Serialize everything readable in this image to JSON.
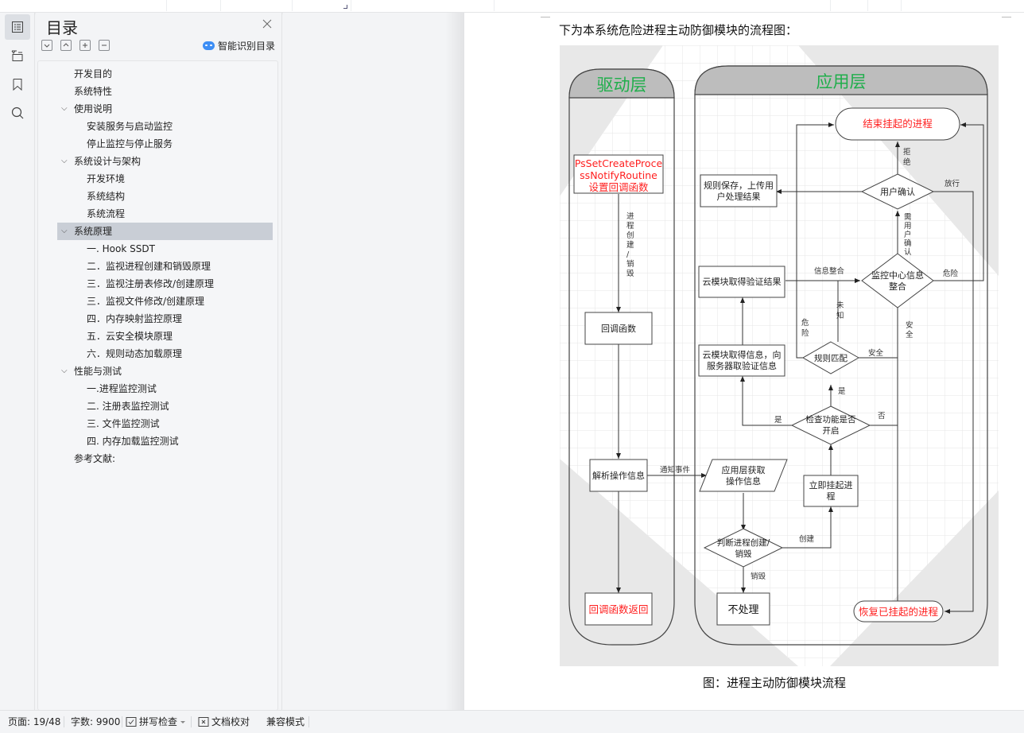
{
  "left_rail": {
    "items": [
      {
        "icon": "toc-icon",
        "active": true
      },
      {
        "icon": "navigation-pane-icon",
        "active": false
      },
      {
        "icon": "bookmark-icon",
        "active": false
      },
      {
        "icon": "search-icon",
        "active": false
      }
    ]
  },
  "toc": {
    "title": "目录",
    "smart_label": "智能识别目录",
    "tools": [
      "expand-down",
      "collapse-up",
      "expand-all",
      "collapse-all"
    ],
    "items": [
      {
        "label": "开发目的",
        "level": 1,
        "expanded": null,
        "selected": false
      },
      {
        "label": "系统特性",
        "level": 1,
        "expanded": null,
        "selected": false
      },
      {
        "label": "使用说明",
        "level": 1,
        "expanded": true,
        "selected": false
      },
      {
        "label": "安装服务与启动监控",
        "level": 2,
        "expanded": null,
        "selected": false
      },
      {
        "label": "停止监控与停止服务",
        "level": 2,
        "expanded": null,
        "selected": false
      },
      {
        "label": "系统设计与架构",
        "level": 1,
        "expanded": true,
        "selected": false
      },
      {
        "label": "开发环境",
        "level": 2,
        "expanded": null,
        "selected": false
      },
      {
        "label": "系统结构",
        "level": 2,
        "expanded": null,
        "selected": false
      },
      {
        "label": "系统流程",
        "level": 2,
        "expanded": null,
        "selected": false
      },
      {
        "label": "系统原理",
        "level": 1,
        "expanded": true,
        "selected": true
      },
      {
        "label": "一.   Hook SSDT",
        "level": 2,
        "expanded": null,
        "selected": false
      },
      {
        "label": "二．监视进程创建和销毁原理",
        "level": 2,
        "expanded": null,
        "selected": false
      },
      {
        "label": "三．监视注册表修改/创建原理",
        "level": 2,
        "expanded": null,
        "selected": false
      },
      {
        "label": "三．监视文件修改/创建原理",
        "level": 2,
        "expanded": null,
        "selected": false
      },
      {
        "label": "四．内存映射监控原理",
        "level": 2,
        "expanded": null,
        "selected": false
      },
      {
        "label": "五．云安全模块原理",
        "level": 2,
        "expanded": null,
        "selected": false
      },
      {
        "label": "六．规则动态加载原理",
        "level": 2,
        "expanded": null,
        "selected": false
      },
      {
        "label": "性能与测试",
        "level": 1,
        "expanded": true,
        "selected": false
      },
      {
        "label": "一.进程监控测试",
        "level": 2,
        "expanded": null,
        "selected": false
      },
      {
        "label": "二. 注册表监控测试",
        "level": 2,
        "expanded": null,
        "selected": false
      },
      {
        "label": "三. 文件监控测试",
        "level": 2,
        "expanded": null,
        "selected": false
      },
      {
        "label": "四. 内存加载监控测试",
        "level": 2,
        "expanded": null,
        "selected": false
      },
      {
        "label": "参考文献:",
        "level": 1,
        "expanded": null,
        "selected": false
      }
    ]
  },
  "document": {
    "intro": "下为本系统危险进程主动防御模块的流程图：",
    "caption": "图：进程主动防御模块流程"
  },
  "flowchart": {
    "lanes": {
      "driver": "驱动层",
      "app": "应用层"
    },
    "colors": {
      "lane_title": "#1fae4b",
      "highlight": "#ff1f1f",
      "lane_header": "#bdbdbd",
      "line": "#333333"
    },
    "nodes": {
      "set_callback": [
        "PsSetCreateProce",
        "ssNotifyRoutine",
        "设置回调函数"
      ],
      "callback": "回调函数",
      "parse": "解析操作信息",
      "callback_return": "回调函数返回",
      "app_get": [
        "应用层获取",
        "操作信息"
      ],
      "judge": [
        "判断进程创建/",
        "销毁"
      ],
      "no_process": "不处理",
      "suspend": [
        "立即挂起进",
        "程"
      ],
      "check_enabled": [
        "检查功能是否",
        "开启"
      ],
      "rule_match": "规则匹配",
      "cloud_get": [
        "云模块取得信息，向",
        "服务器取验证信息"
      ],
      "cloud_result": "云模块取得验证结果",
      "monitor_center": [
        "监控中心信息",
        "整合"
      ],
      "user_confirm": "用户确认",
      "rule_save": [
        "规则保存，上传用",
        "户处理结果"
      ],
      "end_suspended": "结束挂起的进程",
      "resume": "恢复已挂起的进程"
    },
    "edge_labels": {
      "process_create_destroy": [
        "进",
        "程",
        "创",
        "建",
        "/",
        "销",
        "毁"
      ],
      "notify_event": "通知事件",
      "create": "创建",
      "destroy": "销毁",
      "yes_left": "是",
      "yes_up": "是",
      "no": "否",
      "safe_rule": "安全",
      "danger_rule": [
        "危",
        "险"
      ],
      "unknown": [
        "未",
        "知"
      ],
      "info_merge": "信息整合",
      "danger_monitor": "危险",
      "safe_monitor": [
        "安",
        "全"
      ],
      "need_confirm": [
        "需",
        "用",
        "户",
        "确",
        "认"
      ],
      "reject": [
        "拒",
        "绝"
      ],
      "allow": "放行"
    }
  },
  "status_bar": {
    "page": "页面: 19/48",
    "words": "字数: 9900",
    "spell_check": "拼写检查",
    "proofread": "文档校对",
    "compat_mode": "兼容模式"
  }
}
